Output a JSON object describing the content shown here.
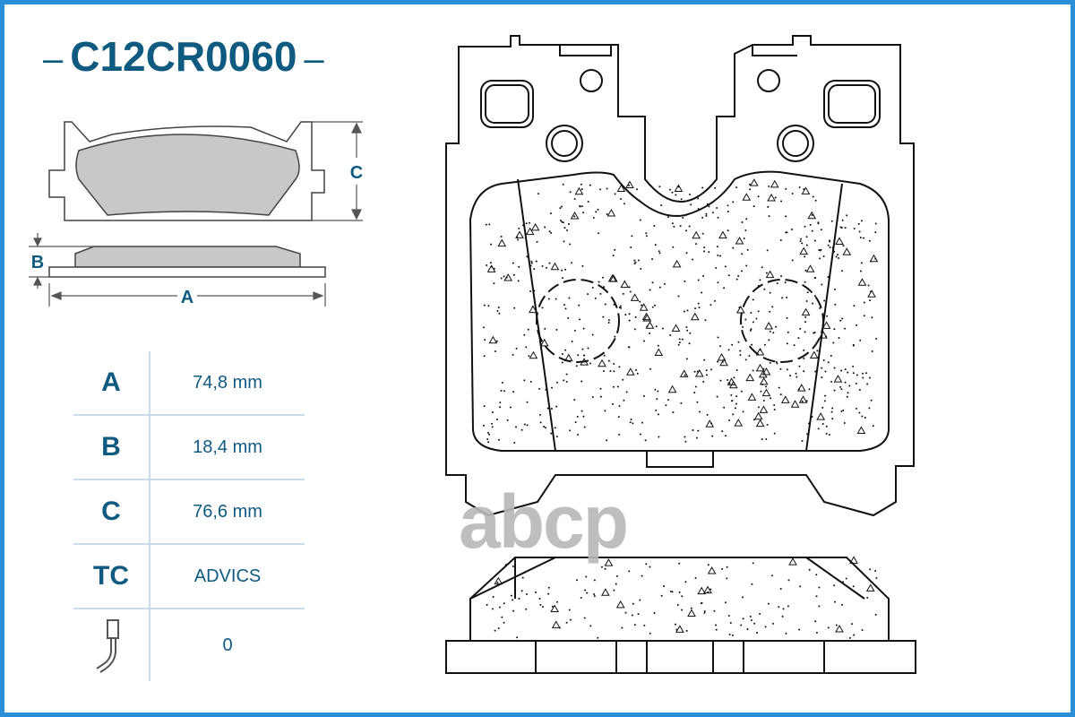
{
  "title": "C12CR0060",
  "dimension_labels": {
    "a": "A",
    "b": "B",
    "c": "C"
  },
  "specs": [
    {
      "key": "A",
      "value": "74,8 mm"
    },
    {
      "key": "B",
      "value": "18,4 mm"
    },
    {
      "key": "C",
      "value": "76,6 mm"
    },
    {
      "key": "TC",
      "value": "ADVICS"
    },
    {
      "key_icon": "wear-sensor-icon",
      "value": "0"
    }
  ],
  "watermark": "abcp",
  "colors": {
    "accent": "#0f5a80",
    "border": "#2a8fd8",
    "pad_fill": "#c8c8c8"
  }
}
